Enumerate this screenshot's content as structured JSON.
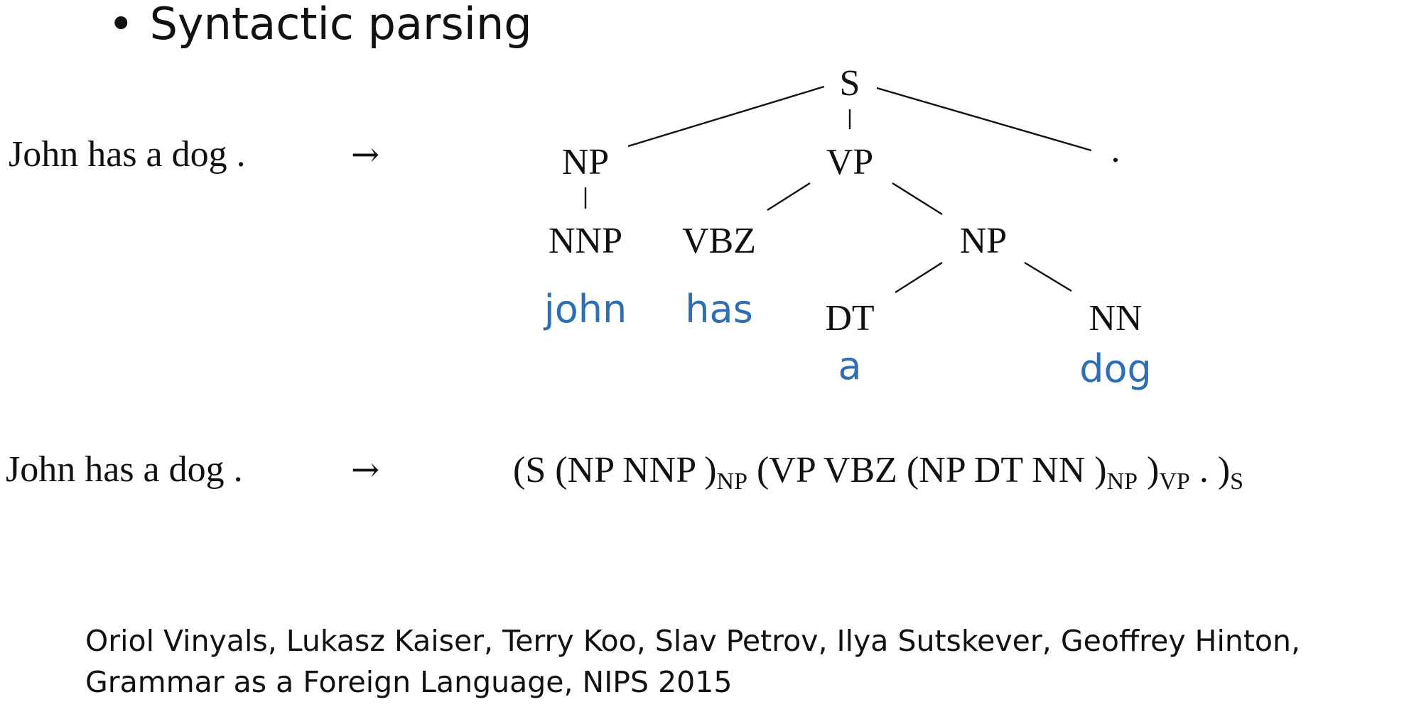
{
  "slide": {
    "bullet": "•",
    "title": "Syntactic parsing"
  },
  "example": {
    "sentence": "John has a dog .",
    "arrow": "→"
  },
  "tree": {
    "nodes": [
      {
        "id": "s",
        "label": "S"
      },
      {
        "id": "np1",
        "label": "NP"
      },
      {
        "id": "vp",
        "label": "VP"
      },
      {
        "id": "period",
        "label": "."
      },
      {
        "id": "nnp",
        "label": "NNP"
      },
      {
        "id": "vbz",
        "label": "VBZ"
      },
      {
        "id": "np2",
        "label": "NP"
      },
      {
        "id": "dt",
        "label": "DT"
      },
      {
        "id": "nn",
        "label": "NN"
      }
    ],
    "words": [
      {
        "id": "w-john",
        "label": "john"
      },
      {
        "id": "w-has",
        "label": "has"
      },
      {
        "id": "w-a",
        "label": "a"
      },
      {
        "id": "w-dog",
        "label": "dog"
      }
    ],
    "word_color": "#2e6eb5"
  },
  "linearized": {
    "segments": [
      {
        "text": "(S (NP NNP )",
        "sub": "NP"
      },
      {
        "text": " (VP VBZ (NP DT NN )",
        "sub": "NP"
      },
      {
        "text": " )",
        "sub": "VP"
      },
      {
        "text": " . )",
        "sub": "S"
      }
    ]
  },
  "citation": {
    "line1": "Oriol Vinyals, Lukasz Kaiser, Terry Koo, Slav Petrov, Ilya Sutskever, Geoffrey Hinton,",
    "line2": "Grammar as a Foreign Language, NIPS 2015"
  }
}
